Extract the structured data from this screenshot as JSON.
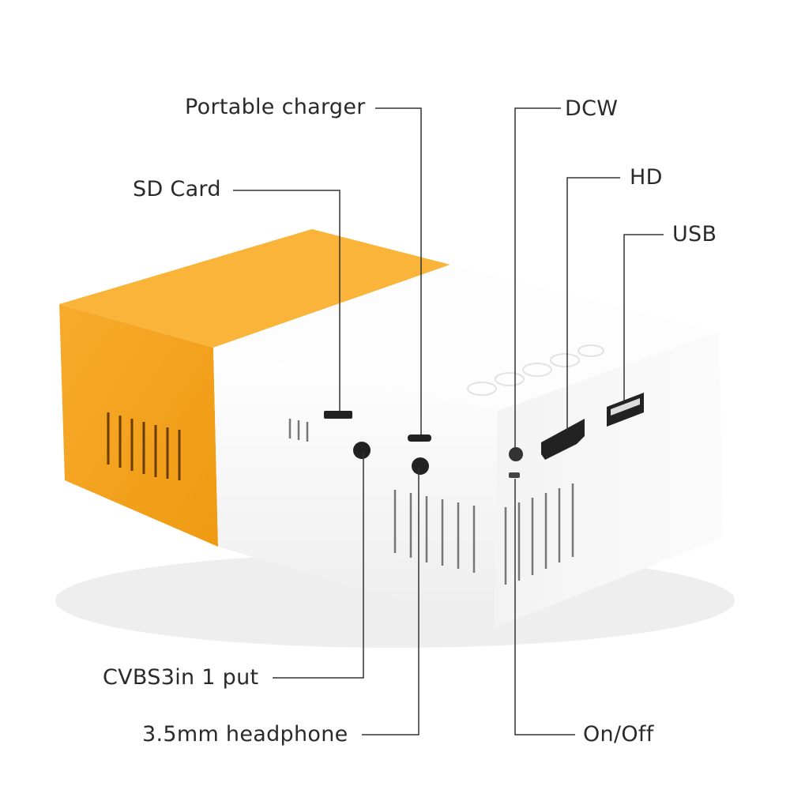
{
  "labels": {
    "portable_charger": "Portable charger",
    "sd_card": "SD Card",
    "dcw": "DCW",
    "hd": "HD",
    "usb": "USB",
    "cvbs": "CVBS3in 1 put",
    "headphone": "3.5mm headphone",
    "on_off": "On/Off"
  },
  "colors": {
    "orange": "#f5a623",
    "white_body": "#f7f7f7",
    "line": "#333333"
  }
}
